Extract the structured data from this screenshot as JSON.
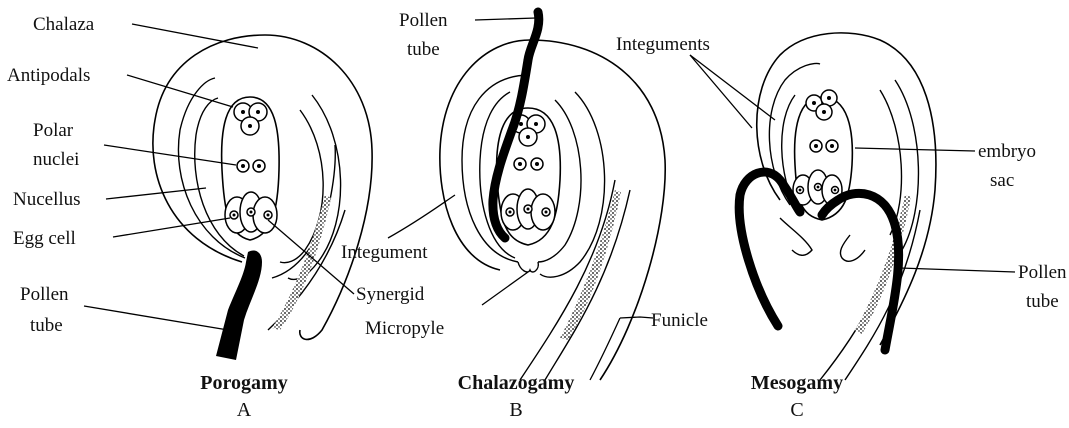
{
  "diagrams": [
    {
      "caption": "Porogamy",
      "letter": "A",
      "labels": {
        "chalaza": "Chalaza",
        "antipodals": "Antipodals",
        "polar_1": "Polar",
        "polar_2": "nuclei",
        "nucellus": "Nucellus",
        "egg_cell": "Egg cell",
        "pollen_1": "Pollen",
        "pollen_2": "tube",
        "synergid": "Synergid"
      }
    },
    {
      "caption": "Chalazogamy",
      "letter": "B",
      "labels": {
        "pollen_1": "Pollen",
        "pollen_2": "tube",
        "integument": "Integument",
        "micropyle": "Micropyle",
        "funicle": "Funicle"
      }
    },
    {
      "caption": "Mesogamy",
      "letter": "C",
      "labels": {
        "integuments": "Integuments",
        "embryo_1": "embryo",
        "embryo_2": "sac",
        "pollen_1": "Pollen",
        "pollen_2": "tube"
      }
    }
  ]
}
